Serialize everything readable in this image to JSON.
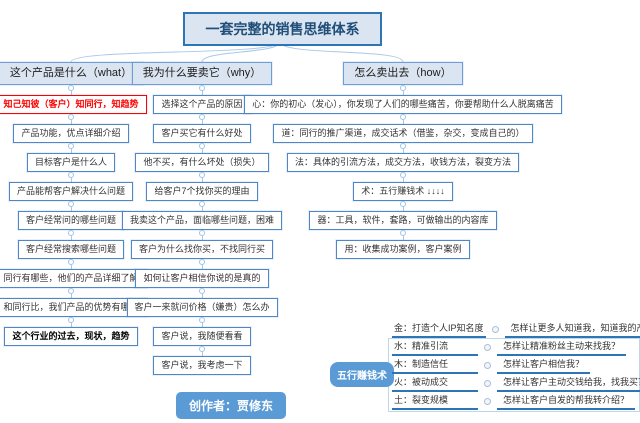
{
  "title": "一套完整的销售思维体系",
  "creator": "创作者：贾修东",
  "colors": {
    "accent_border": "#2e75b6",
    "node_border": "#4f86c6",
    "header_fill": "#dbe5f1",
    "connector": "#a8c8e8",
    "highlight_red": "#ff0000",
    "badge_blue": "#5b9bd5"
  },
  "columns": [
    {
      "header": "这个产品是什么（what）",
      "items": [
        "知己知彼（客户）知同行，知趋势",
        "产品功能，优点详细介绍",
        "目标客户是什么人",
        "产品能帮客户解决什么问题",
        "客户经常问的哪些问题",
        "客户经常搜索哪些问题",
        "同行有哪些，他们的产品详细了解",
        "和同行比，我们产品的优势有哪些",
        "这个行业的过去，现状，趋势"
      ]
    },
    {
      "header": "我为什么要卖它（why）",
      "items": [
        "选择这个产品的原因",
        "客户买它有什么好处",
        "他不买，有什么坏处（损失）",
        "给客户7个找你买的理由",
        "我卖这个产品，面临哪些问题，困难",
        "客户为什么找你买，不找同行买",
        "如何让客户相信你说的是真的",
        "客户一来就问价格（嫌贵）怎么办",
        "客户说，我随便看看",
        "客户说，我考虑一下"
      ]
    },
    {
      "header": "怎么卖出去（how）",
      "items": [
        "心：你的初心（发心），你发现了人们的哪些痛苦，你要帮助什么人脱离痛苦",
        "道：同行的推广渠道，成交话术（借鉴，杂交，变成自己的）",
        "法：具体的引流方法，成交方法，收钱方法，裂变方法",
        "术：五行赚钱术 ↓↓↓↓",
        "器：工具，软件，套路，可做输出的内容库",
        "用：收集成功案例，客户案例"
      ]
    }
  ],
  "five_elements": {
    "node": "五行赚钱术",
    "rows": [
      {
        "label": "金：打造个人IP知名度",
        "question": "怎样让更多人知道我，知道我的产品？"
      },
      {
        "label": "水：精准引流",
        "question": "怎样让精准粉丝主动来找我？"
      },
      {
        "label": "木：制造信任",
        "question": "怎样让客户相信我？"
      },
      {
        "label": "火：被动成交",
        "question": "怎样让客户主动交钱给我，找我买？"
      },
      {
        "label": "土：裂变规模",
        "question": "怎样让客户自发的帮我转介绍？"
      }
    ]
  }
}
